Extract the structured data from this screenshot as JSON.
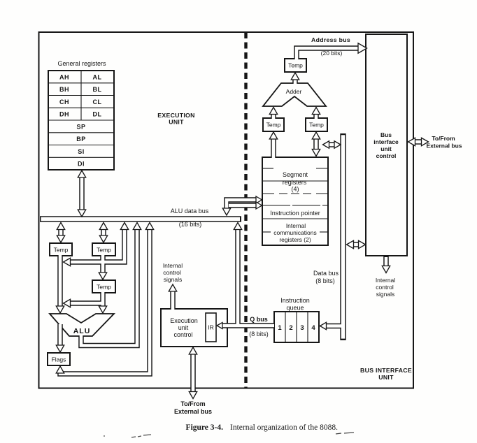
{
  "colors": {
    "ink": "#151515",
    "paper": "#fefefd"
  },
  "execution_unit": {
    "section_label": [
      "EXECUTION",
      "UNIT"
    ],
    "general_registers": {
      "title": "General registers",
      "pairs": [
        [
          "AH",
          "AL"
        ],
        [
          "BH",
          "BL"
        ],
        [
          "CH",
          "CL"
        ],
        [
          "DH",
          "DL"
        ]
      ],
      "singles": [
        "SP",
        "BP",
        "SI",
        "DI"
      ]
    },
    "alu_data_bus": {
      "name": "ALU data bus",
      "width": "(16 bits)"
    },
    "temps": [
      "Temp",
      "Temp",
      "Temp"
    ],
    "alu": "ALU",
    "flags": "Flags",
    "internal_control_signals": [
      "Internal",
      "control",
      "signals"
    ],
    "execution_unit_control": [
      "Execution",
      "unit",
      "control"
    ],
    "ir": "IR",
    "to_from_external_bus": [
      "To/From",
      "External bus"
    ]
  },
  "bus_interface_unit": {
    "section_label": [
      "BUS INTERFACE",
      "UNIT"
    ],
    "address_bus": {
      "name": "Address bus",
      "width": "(20 bits)"
    },
    "temp_top": "Temp",
    "adder": "Adder",
    "temp_left": "Temp",
    "temp_right": "Temp",
    "segment_registers": [
      "Segment",
      "registers",
      "(4)"
    ],
    "instruction_pointer": "Instruction pointer",
    "internal_comm_registers": [
      "Internal",
      "communications",
      "registers (2)"
    ],
    "control_block": [
      "Bus",
      "interface",
      "unit",
      "control"
    ],
    "to_from_external_bus": [
      "To/From",
      "External bus"
    ],
    "internal_control_signals": [
      "Internal",
      "control",
      "signals"
    ],
    "data_bus": {
      "name": "Data bus",
      "width": "(8 bits)"
    },
    "instruction_queue": {
      "title": [
        "Instruction",
        "queue"
      ],
      "cells": [
        "1",
        "2",
        "3",
        "4"
      ]
    },
    "q_bus": {
      "name": "Q bus",
      "width": "(8 bits)"
    }
  },
  "caption": {
    "figure": "Figure 3-4.",
    "text": "Internal organization of the 8088."
  }
}
